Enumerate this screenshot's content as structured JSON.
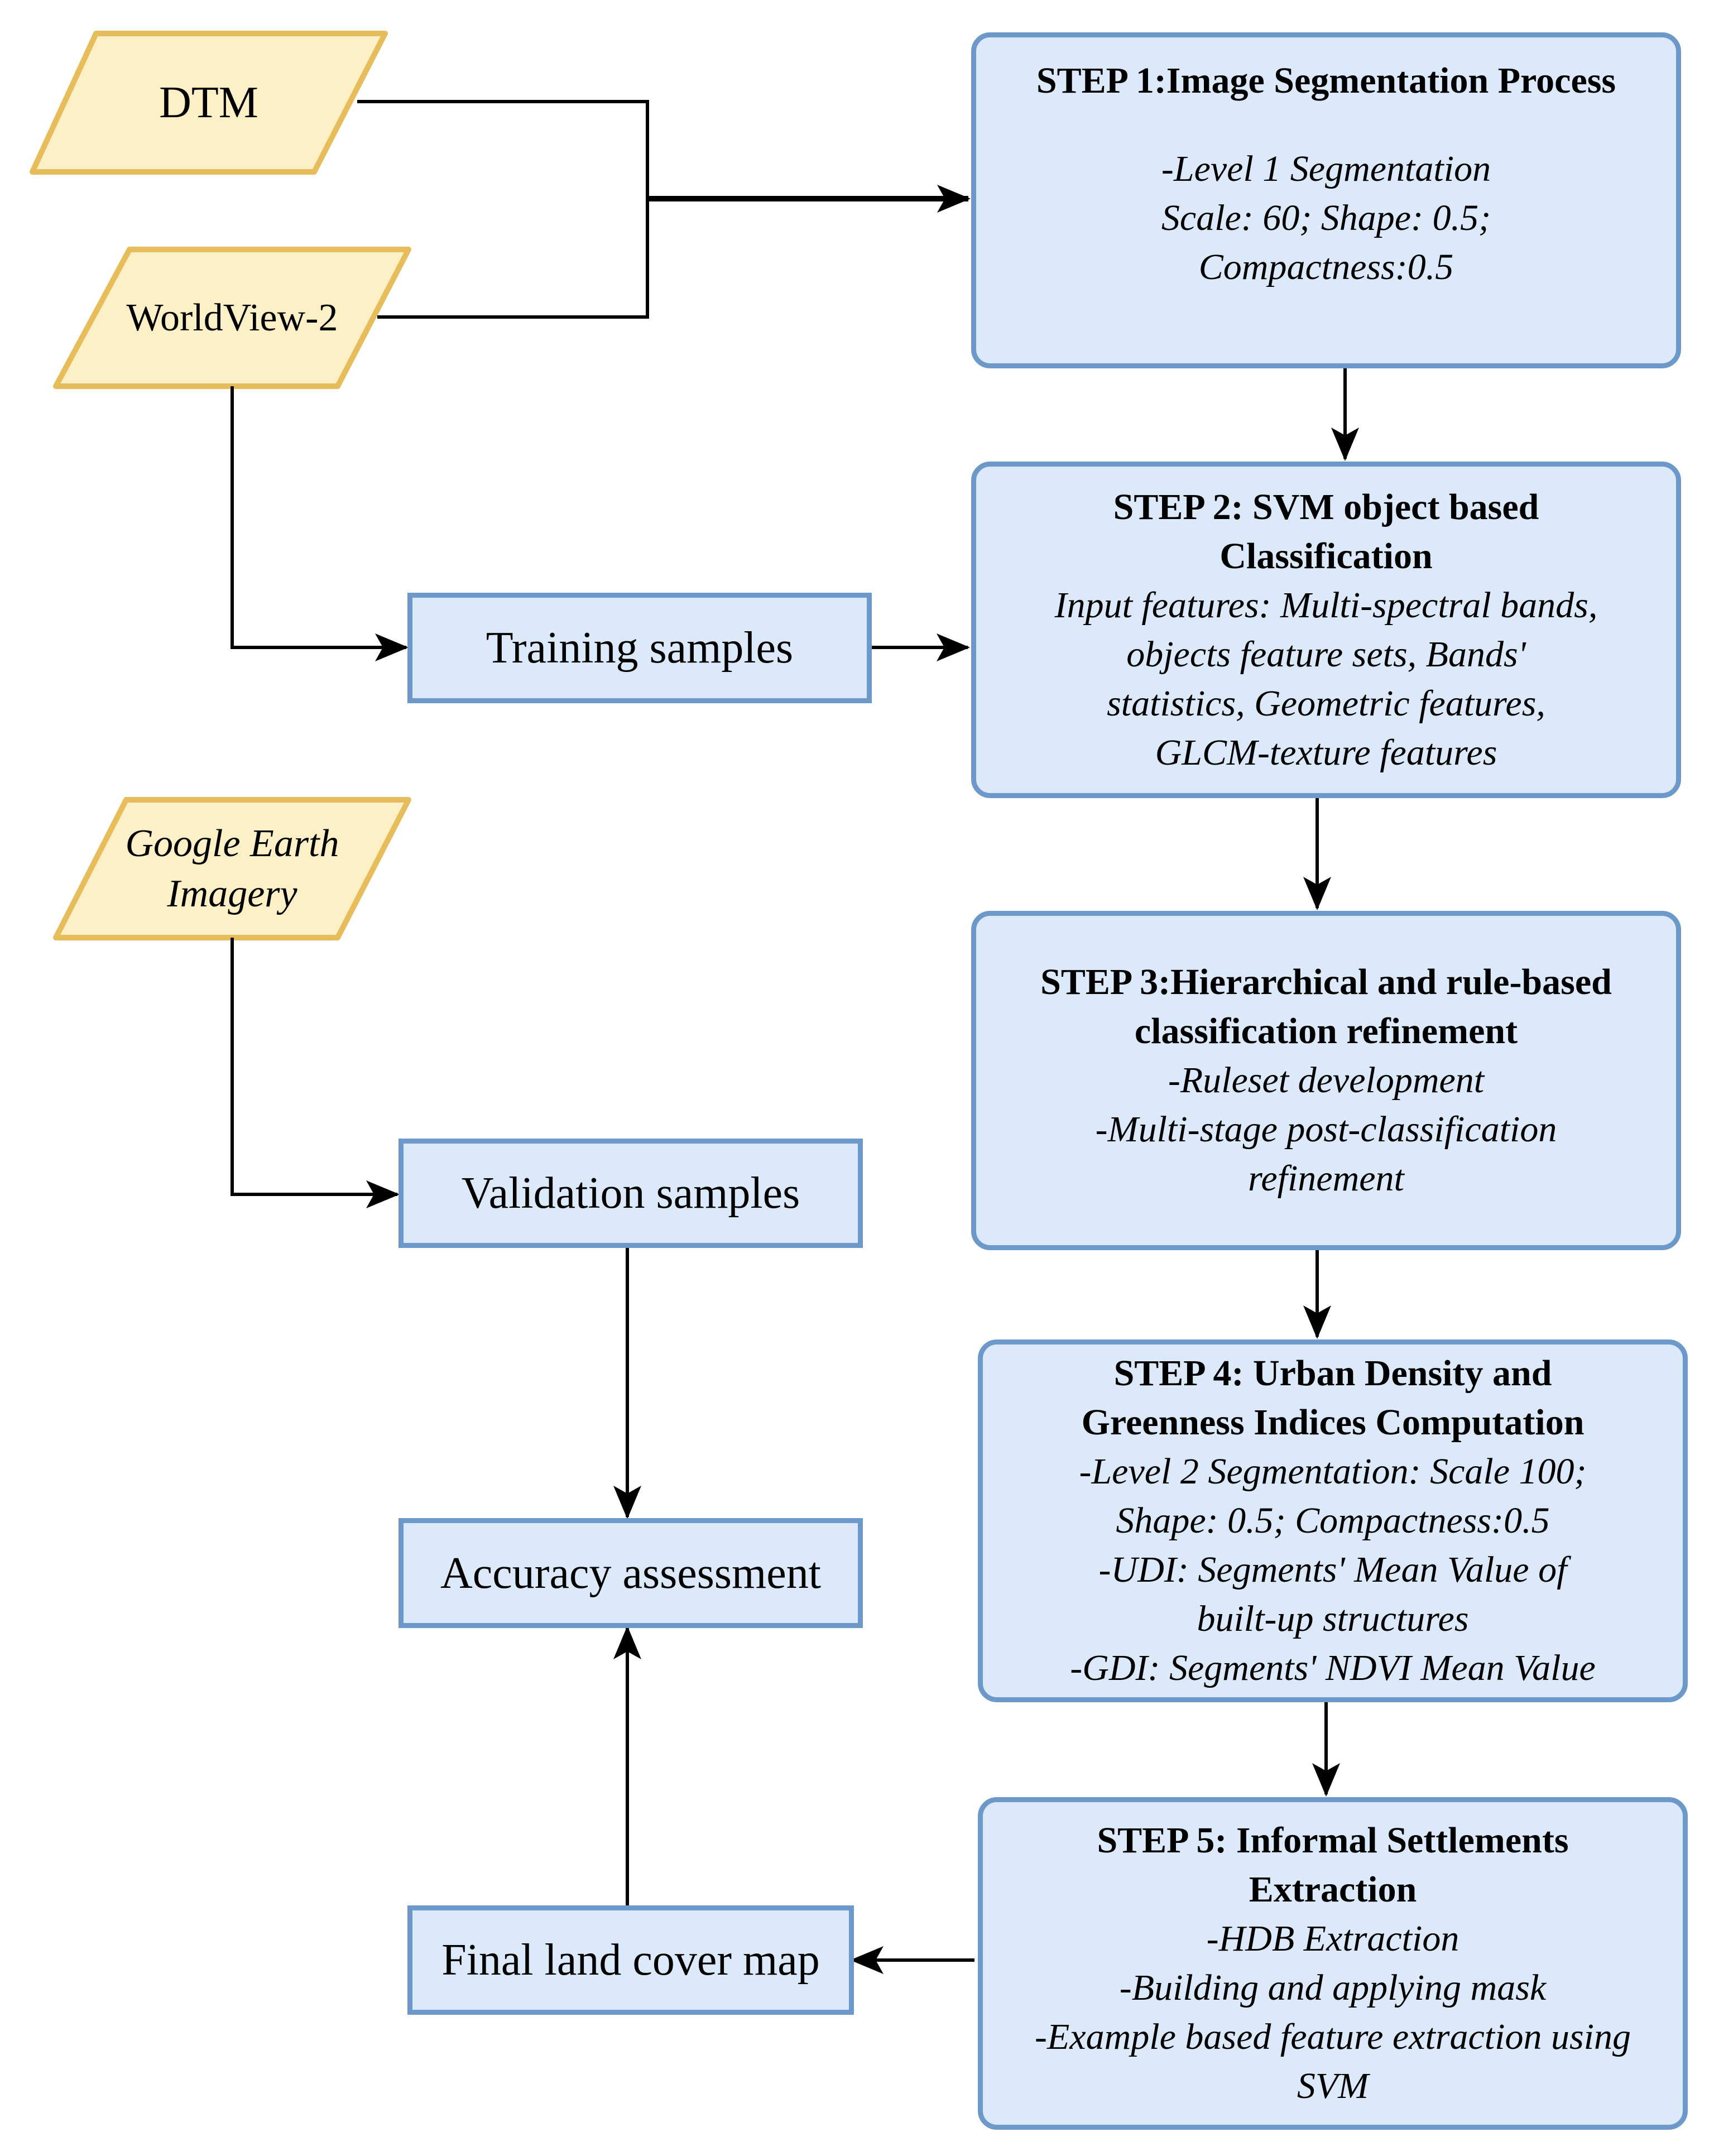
{
  "inputs": {
    "dtm": "DTM",
    "worldview": "WorldView-2",
    "google_earth": [
      "Google Earth",
      "Imagery"
    ]
  },
  "steps": [
    {
      "title": [
        "STEP 1:Image Segmentation Process"
      ],
      "lines": [
        "-Level 1 Segmentation",
        "Scale: 60; Shape: 0.5;",
        "Compactness:0.5"
      ]
    },
    {
      "title": [
        "STEP 2: SVM object based",
        "Classification"
      ],
      "lines": [
        "Input features: Multi-spectral bands,",
        "objects feature sets, Bands'",
        "statistics, Geometric features,",
        "GLCM-texture features"
      ]
    },
    {
      "title": [
        "STEP 3:Hierarchical and rule-based",
        "classification refinement"
      ],
      "lines": [
        "-Ruleset development",
        "-Multi-stage post-classification",
        "refinement"
      ]
    },
    {
      "title": [
        "STEP 4: Urban Density and",
        "Greenness Indices Computation"
      ],
      "lines": [
        "-Level 2 Segmentation: Scale 100;",
        "Shape: 0.5; Compactness:0.5",
        "-UDI: Segments'  Mean Value of",
        "built-up structures",
        "-GDI: Segments' NDVI Mean Value"
      ]
    },
    {
      "title": [
        "STEP 5: Informal Settlements",
        "Extraction"
      ],
      "lines": [
        "-HDB Extraction",
        "-Building and applying mask",
        "-Example based feature extraction using",
        "SVM"
      ]
    }
  ],
  "samples": {
    "training": "Training samples",
    "validation": "Validation samples",
    "accuracy": "Accuracy assessment",
    "final_map": "Final land cover map"
  },
  "colors": {
    "box_fill": "#dbe9fa",
    "box_border": "#6c99c9",
    "input_fill": "#fdefc6",
    "input_border": "#e6bd5a",
    "arrow": "#000000"
  }
}
